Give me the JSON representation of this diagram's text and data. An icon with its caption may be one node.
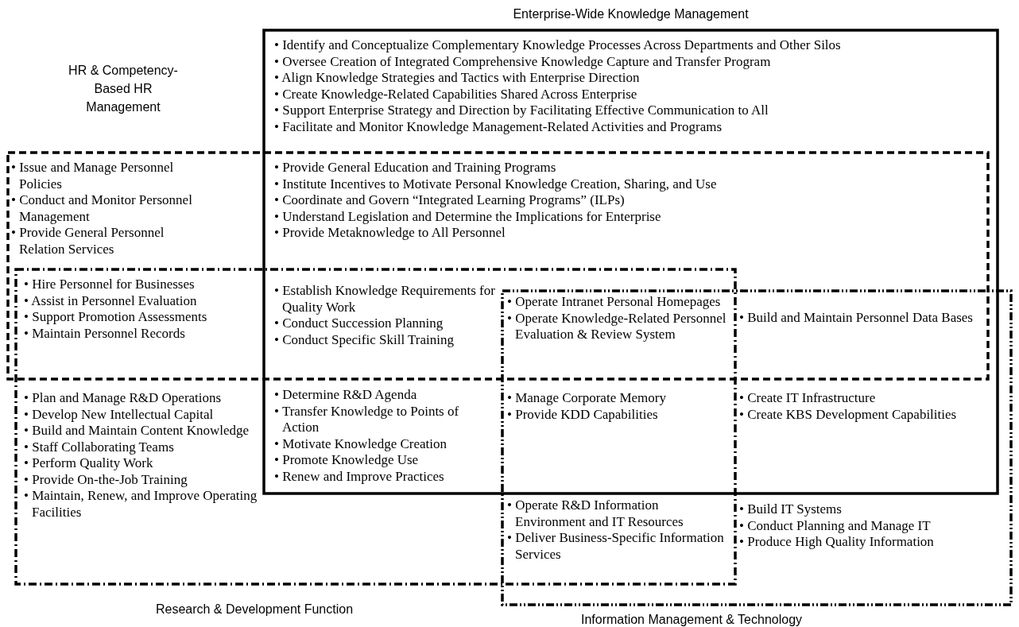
{
  "diagram": {
    "nodes": [
      {
        "text": [
          "Enterprise-Wide Knowledge Management"
        ]
      },
      {
        "text": [
          "HR & Competency-Based HR Management"
        ]
      },
      {
        "text": [
          "Research & Development Function"
        ]
      },
      {
        "text": [
          "Information Management & Technology"
        ]
      }
    ],
    "labels": [
      "• Identify and Conceptualize Complementary Knowledge Processes Across Departments and Other Silos",
      "• Oversee Creation of Integrated Comprehensive Knowledge Capture and Transfer Program",
      "• Align Knowledge Strategies and Tactics with Enterprise Direction",
      "• Create Knowledge-Related Capabilities Shared Across Enterprise",
      "• Support Enterprise Strategy and Direction by Facilitating Effective Communication to All",
      "• Facilitate and Monitor Knowledge Management-Related Activities and Programs",
      "• Issue and Manage Personnel Policies",
      "• Conduct and Monitor Personnel Management",
      "• Provide General Personnel Relation Services",
      "• Provide General Education and Training Programs",
      "• Institute Incentives to Motivate Personal Knowledge Creation, Sharing, and Use",
      "• Coordinate and Govern “Integrated Learning Programs” (ILPs)",
      "• Understand Legislation and Determine the Implications for Enterprise",
      "• Provide Metaknowledge to All Personnel",
      "• Hire Personnel for Businesses",
      "• Assist in Personnel Evaluation",
      "• Support Promotion Assessments",
      "• Maintain Personnel Records",
      "• Establish Knowledge Requirements for Quality Work",
      "• Conduct Succession Planning",
      "• Conduct Specific Skill Training",
      "• Operate Intranet Personal Homepages",
      "• Operate Knowledge-Related Personnel Evaluation & Review System",
      "• Build and Maintain Personnel Data Bases",
      "• Plan and Manage R&D Operations",
      "• Develop New Intellectual Capital",
      "• Build and Maintain Content Knowledge",
      "• Staff Collaborating Teams",
      "• Perform Quality Work",
      "• Provide On-the-Job Training",
      "• Maintain, Renew, and Improve Operating Facilities",
      "• Determine R&D Agenda",
      "• Transfer Knowledge to Points of Action",
      "• Motivate Knowledge Creation",
      "• Promote Knowledge Use",
      "• Renew and Improve Practices",
      "• Manage Corporate Memory",
      "• Provide KDD Capabilities",
      "• Create IT Infrastructure",
      "• Create KBS Development Capabilities",
      "• Operate R&D Information Environment and IT Resources",
      "• Deliver Business-Specific Information Services",
      "• Build IT Systems",
      "• Conduct Planning and Manage IT",
      "• Produce High Quality Information"
    ]
  }
}
